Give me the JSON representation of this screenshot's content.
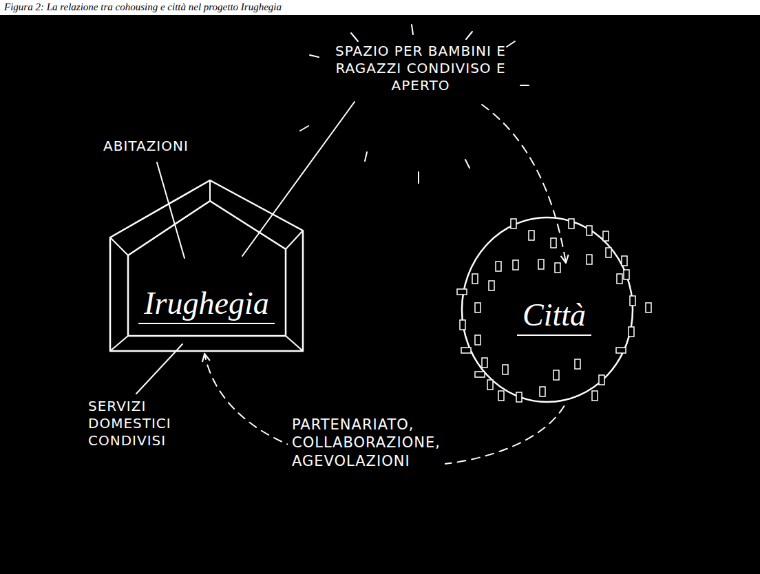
{
  "diagram": {
    "caption": "Figura 2: La relazione tra cohousing e città nel progetto Irughegia",
    "nodes": [
      {
        "text": [
          "Irughegia"
        ]
      },
      {
        "text": [
          "Città"
        ]
      }
    ],
    "edges": [
      {
        "from": 1,
        "to": 0,
        "arrow": "to",
        "label": "PARTENARIATO, COLLABORAZIONE, AGEVOLAZIONI"
      }
    ],
    "labels": [
      "ABITAZIONI",
      "SPAZIO PER BAMBINI E RAGAZZI CONDIVISO E APERTO",
      "SERVIZI DOMESTICI CONDIVISI"
    ]
  }
}
